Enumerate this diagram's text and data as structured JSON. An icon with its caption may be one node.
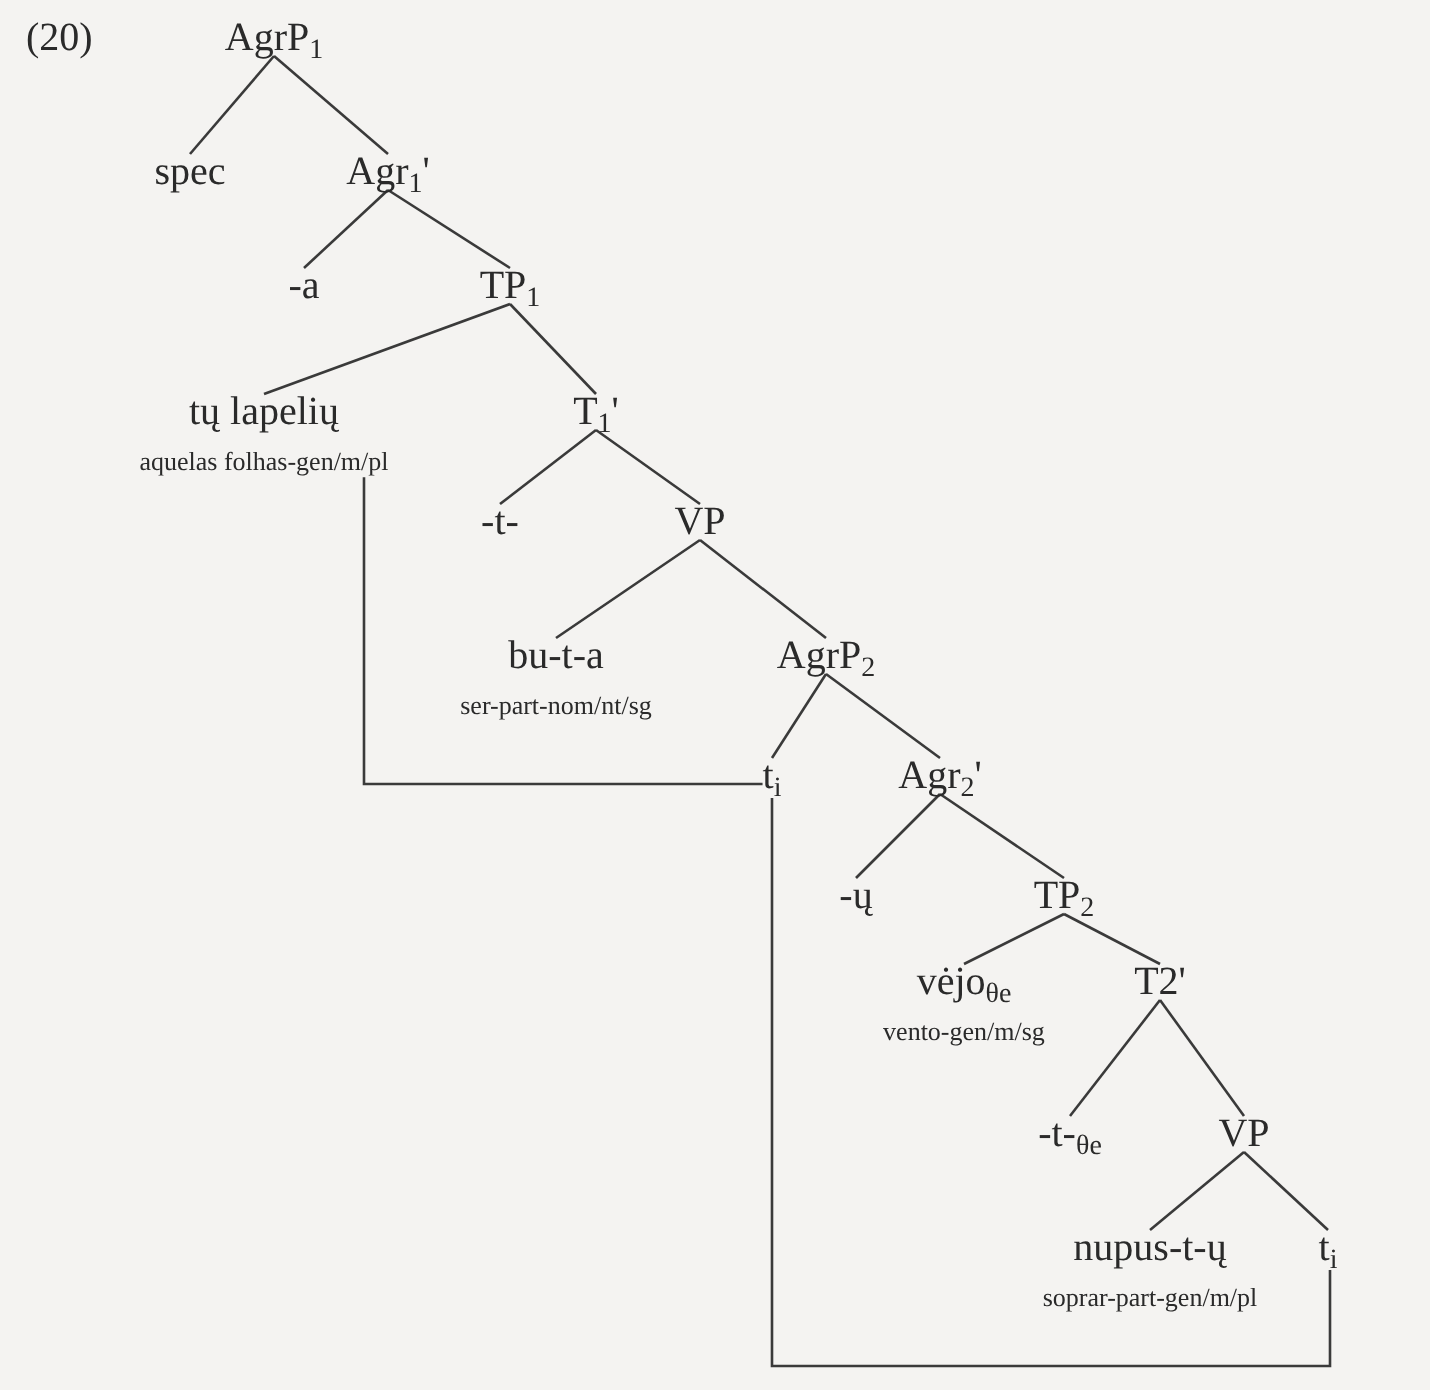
{
  "diagram": {
    "nodes": [
      {
        "text": [
          "AgrP$_{1}$"
        ]
      },
      {
        "text": [
          "spec"
        ]
      },
      {
        "text": [
          "Agr$_{1}$'"
        ]
      },
      {
        "text": [
          "-a"
        ]
      },
      {
        "text": [
          "TP$_{1}$"
        ]
      },
      {
        "text": [
          "tų lapelių",
          "aquelas folhas-gen/m/pl"
        ]
      },
      {
        "text": [
          "T$_{1}$'"
        ]
      },
      {
        "text": [
          "-t-"
        ]
      },
      {
        "text": [
          "VP"
        ]
      },
      {
        "text": [
          "bu-t-a",
          "ser-part-nom/nt/sg"
        ]
      },
      {
        "text": [
          "AgrP$_{2}$"
        ]
      },
      {
        "text": [
          "t$_{i}$"
        ]
      },
      {
        "text": [
          "Agr$_{2}$'"
        ]
      },
      {
        "text": [
          "-ų"
        ]
      },
      {
        "text": [
          "TP$_{2}$"
        ]
      },
      {
        "text": [
          "vėjo$_{θe}$",
          "vento-gen/m/sg"
        ]
      },
      {
        "text": [
          "T2'"
        ]
      },
      {
        "text": [
          "-t-$_{θe}$"
        ]
      },
      {
        "text": [
          "VP"
        ]
      },
      {
        "text": [
          "nupus-t-ų",
          "soprar-part-gen/m/pl"
        ]
      },
      {
        "text": [
          "t$_{i}$"
        ]
      }
    ],
    "edges": [
      {
        "from": 0,
        "to": 1,
        "arrow": "none"
      },
      {
        "from": 0,
        "to": 2,
        "arrow": "none"
      },
      {
        "from": 2,
        "to": 3,
        "arrow": "none"
      },
      {
        "from": 2,
        "to": 4,
        "arrow": "none"
      },
      {
        "from": 4,
        "to": 5,
        "arrow": "none"
      },
      {
        "from": 4,
        "to": 6,
        "arrow": "none"
      },
      {
        "from": 6,
        "to": 7,
        "arrow": "none"
      },
      {
        "from": 6,
        "to": 8,
        "arrow": "none"
      },
      {
        "from": 8,
        "to": 9,
        "arrow": "none"
      },
      {
        "from": 8,
        "to": 10,
        "arrow": "none"
      },
      {
        "from": 10,
        "to": 11,
        "arrow": "none"
      },
      {
        "from": 10,
        "to": 12,
        "arrow": "none"
      },
      {
        "from": 12,
        "to": 13,
        "arrow": "none"
      },
      {
        "from": 12,
        "to": 14,
        "arrow": "none"
      },
      {
        "from": 14,
        "to": 15,
        "arrow": "none"
      },
      {
        "from": 14,
        "to": 16,
        "arrow": "none"
      },
      {
        "from": 16,
        "to": 17,
        "arrow": "none"
      },
      {
        "from": 16,
        "to": 18,
        "arrow": "none"
      },
      {
        "from": 18,
        "to": 19,
        "arrow": "none"
      },
      {
        "from": 18,
        "to": 20,
        "arrow": "none"
      },
      {
        "from": 5,
        "to": 11,
        "arrow": "none"
      },
      {
        "from": 11,
        "to": 20,
        "arrow": "none"
      }
    ],
    "labels": [
      "(20)"
    ]
  }
}
